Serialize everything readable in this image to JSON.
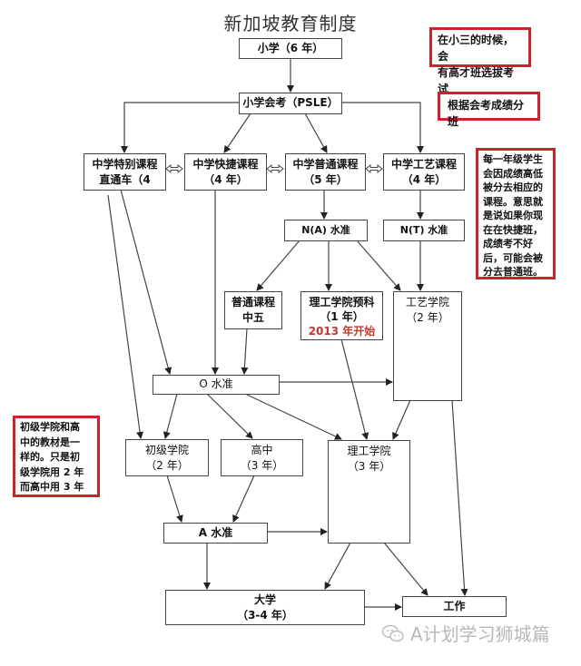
{
  "title": "新加坡教育制度",
  "nodes": {
    "primary": {
      "lines": [
        "小学（6 年）"
      ]
    },
    "psle": {
      "lines": [
        "小学会考（PSLE）"
      ]
    },
    "ip": {
      "lines": [
        "中学特别课程",
        "直通车（4"
      ]
    },
    "express": {
      "lines": [
        "中学快捷课程",
        "（4 年）"
      ]
    },
    "normal": {
      "lines": [
        "中学普通课程",
        "（5 年）"
      ]
    },
    "technical": {
      "lines": [
        "中学工艺课程",
        "（4 年）"
      ]
    },
    "na_level": {
      "lines": [
        "N(A) 水准"
      ]
    },
    "nt_level": {
      "lines": [
        "N(T) 水准"
      ]
    },
    "sec5": {
      "lines": [
        "普通课程",
        "中五"
      ]
    },
    "poly_foundation": {
      "lines": [
        "理工学院预科",
        "（1 年）"
      ],
      "highlight": "2013 年开始"
    },
    "ite": {
      "lines": [
        "工艺学院",
        "（2 年）"
      ]
    },
    "o_level": {
      "lines": [
        "O 水准"
      ]
    },
    "jc": {
      "lines": [
        "初级学院",
        "（2 年）"
      ]
    },
    "high_school": {
      "lines": [
        "高中",
        "（3 年）"
      ]
    },
    "poly": {
      "lines": [
        "理工学院",
        "（3 年）"
      ]
    },
    "a_level": {
      "lines": [
        "A 水准"
      ]
    },
    "university": {
      "lines": [
        "大学",
        "（3-4 年）"
      ]
    },
    "work": {
      "lines": [
        "工作"
      ]
    }
  },
  "notes": {
    "gep": [
      "在小三的时候，会",
      "有高才班选拔考试"
    ],
    "streaming": [
      "根据会考成绩分班"
    ],
    "yearly": [
      "每一年级学生",
      "会因成绩高低",
      "被分去相应的",
      "课程。意思就",
      "是说如果你现",
      "在在快捷班，",
      "成绩考不好",
      "后，可能会被",
      "分去普通班。"
    ],
    "jc_vs_hs": [
      "初级学院和高",
      "中的教材是一",
      "样的。只是初",
      "级学院用 2 年",
      "而高中用 3 年"
    ]
  },
  "colors": {
    "note_border": "#c8242b",
    "highlight_text": "#c0392b",
    "line": "#444444"
  },
  "watermark": {
    "icon": "wechat-icon",
    "text": "A计划学习狮城篇"
  }
}
